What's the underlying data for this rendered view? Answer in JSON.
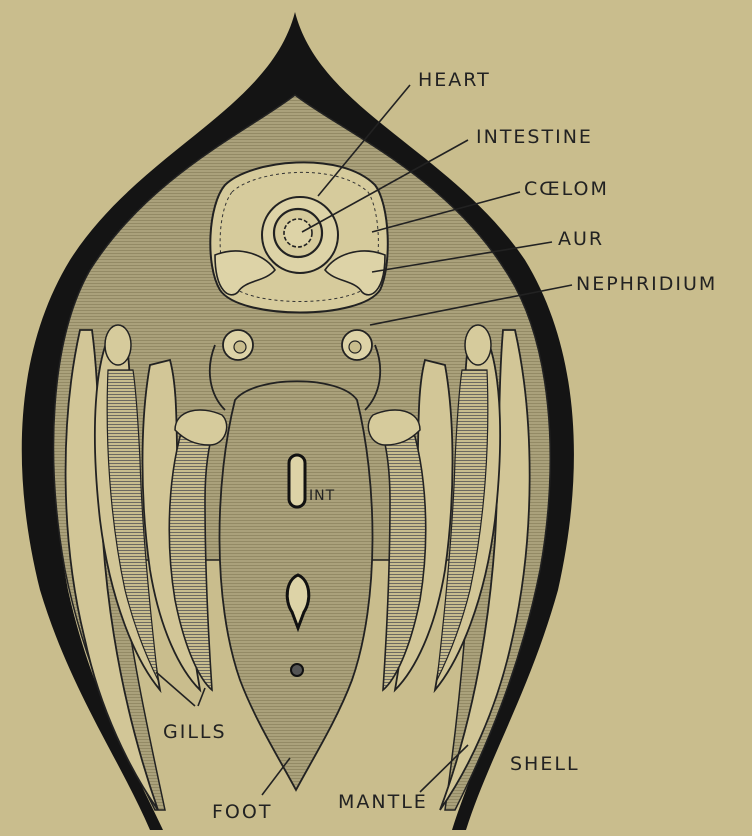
{
  "diagram": {
    "labels": {
      "heart": "HEART",
      "intestine": "INTESTINE",
      "coelom": "CŒLOM",
      "aur": "AUR",
      "nephridium": "NEPHRIDIUM",
      "int": "INT",
      "gills": "GILLS",
      "foot": "FOOT",
      "mantle": "MANTLE",
      "shell": "SHELL"
    },
    "colors": {
      "paper": "#c9bd8d",
      "tissue": "#a9a07b",
      "organ_fill": "#d6cb9c",
      "ink": "#161616"
    }
  }
}
